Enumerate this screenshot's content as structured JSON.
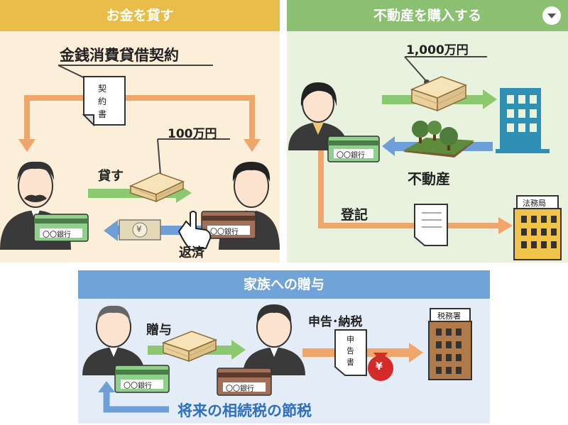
{
  "panels": {
    "lend": {
      "title": "お金を貸す",
      "contract_title": "金銭消費貸借契約",
      "document_label": "契約書",
      "amount": "100万円",
      "lend_label": "貸す",
      "repay_label": "返済",
      "bank_card": "〇〇銀行",
      "yen_symbol": "¥"
    },
    "purchase": {
      "title": "不動産を購入する",
      "amount": "1,000万円",
      "property_label": "不動産",
      "registration_label": "登記",
      "office_sign": "法務局",
      "bank_card": "〇〇銀行"
    },
    "gift": {
      "title": "家族への贈与",
      "gift_label": "贈与",
      "filing_label": "申告･納税",
      "document_label": "申告書",
      "tax_office_sign": "税務署",
      "savings_label": "将来の相続税の節税",
      "bank_card": "〇〇銀行",
      "yen_symbol": "¥"
    }
  },
  "colors": {
    "lend_header": "#e9bd4a",
    "lend_bg": "#fbefd9",
    "purchase_header": "#8bbf72",
    "purchase_bg": "#e8f2de",
    "gift_header": "#72a3d8",
    "gift_bg": "#e4edf7",
    "orange_arrow": "#f0a56b",
    "green_arrow": "#8cc870",
    "blue_arrow": "#6f9fd8"
  }
}
